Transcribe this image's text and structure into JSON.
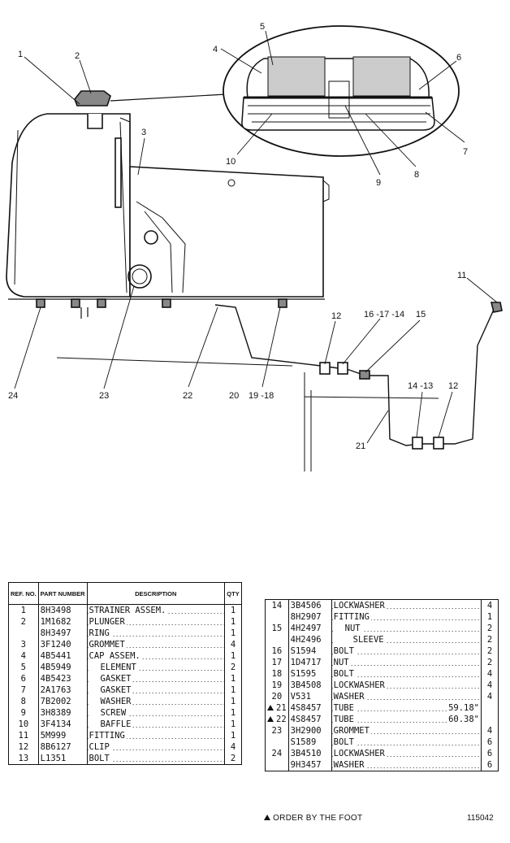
{
  "callouts": [
    "1",
    "2",
    "3",
    "4",
    "5",
    "6",
    "7",
    "8",
    "9",
    "10",
    "11",
    "12",
    "16 -17 -14",
    "15",
    "24",
    "23",
    "22",
    "20",
    "19 -18",
    "14 -13",
    "12",
    "21"
  ],
  "table_a": {
    "headers": [
      "REF. NO.",
      "PART NUMBER",
      "DESCRIPTION",
      "QTY"
    ],
    "rows": [
      {
        "ref": "1",
        "part": "8H3498",
        "desc": "STRAINER ASSEM.",
        "qty": "1"
      },
      {
        "ref": "2",
        "part": "1M1682",
        "desc": "PLUNGER",
        "qty": "1"
      },
      {
        "ref": "",
        "part": "8H3497",
        "desc": "RING",
        "qty": "1"
      },
      {
        "ref": "3",
        "part": "3F1240",
        "desc": "GROMMET",
        "qty": "4"
      },
      {
        "ref": "4",
        "part": "4B5441",
        "desc": "CAP ASSEM.",
        "qty": "1"
      },
      {
        "ref": "5",
        "part": "4B5949",
        "desc": "ELEMENT",
        "qty": "2"
      },
      {
        "ref": "6",
        "part": "4B5423",
        "desc": "GASKET",
        "qty": "1"
      },
      {
        "ref": "7",
        "part": "2A1763",
        "desc": "GASKET",
        "qty": "1"
      },
      {
        "ref": "8",
        "part": "7B2002",
        "desc": "WASHER",
        "qty": "1"
      },
      {
        "ref": "9",
        "part": "3H8389",
        "desc": "SCREW",
        "qty": "1"
      },
      {
        "ref": "10",
        "part": "3F4134",
        "desc": "BAFFLE",
        "qty": "1"
      },
      {
        "ref": "11",
        "part": "5M999",
        "desc": "FITTING",
        "qty": "1"
      },
      {
        "ref": "12",
        "part": "8B6127",
        "desc": "CLIP",
        "qty": "4"
      },
      {
        "ref": "13",
        "part": "L1351",
        "desc": "BOLT",
        "qty": "2"
      }
    ]
  },
  "table_b": {
    "rows": [
      {
        "ref": "14",
        "part": "3B4506",
        "desc": "LOCKWASHER",
        "qty": "4"
      },
      {
        "ref": "",
        "part": "8H2907",
        "desc": "FITTING",
        "qty": "1"
      },
      {
        "ref": "15",
        "part": "4H2497",
        "desc": "NUT",
        "qty": "2"
      },
      {
        "ref": "",
        "part": "4H2496",
        "desc": "SLEEVE",
        "qty": "2"
      },
      {
        "ref": "16",
        "part": "S1594",
        "desc": "BOLT",
        "qty": "2"
      },
      {
        "ref": "17",
        "part": "1D4717",
        "desc": "NUT",
        "qty": "2"
      },
      {
        "ref": "18",
        "part": "S1595",
        "desc": "BOLT",
        "qty": "4"
      },
      {
        "ref": "19",
        "part": "3B4508",
        "desc": "LOCKWASHER",
        "qty": "4"
      },
      {
        "ref": "20",
        "part": "V531",
        "desc": "WASHER",
        "qty": "4"
      },
      {
        "ref": "21",
        "part": "4S8457",
        "desc": "TUBE",
        "len": "59.18\"",
        "qty": "",
        "foot": true
      },
      {
        "ref": "22",
        "part": "4S8457",
        "desc": "TUBE",
        "len": "60.38\"",
        "qty": "",
        "foot": true
      },
      {
        "ref": "23",
        "part": "3H2900",
        "desc": "GROMMET",
        "qty": "4"
      },
      {
        "ref": "",
        "part": "S1589",
        "desc": "BOLT",
        "qty": "6"
      },
      {
        "ref": "24",
        "part": "3B4510",
        "desc": "LOCKWASHER",
        "qty": "6"
      },
      {
        "ref": "",
        "part": "9H3457",
        "desc": "WASHER",
        "qty": "6"
      }
    ]
  },
  "footnote": "ORDER BY THE FOOT",
  "figure_number": "115042"
}
